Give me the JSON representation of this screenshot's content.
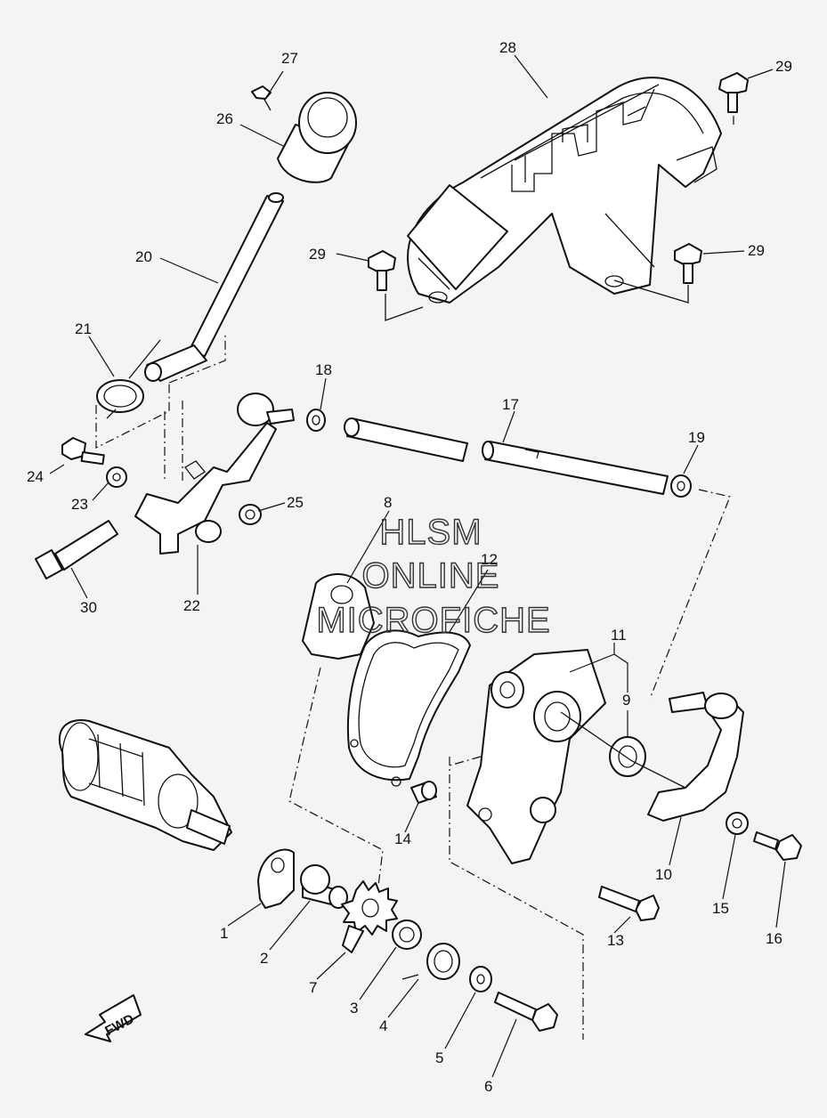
{
  "watermark": {
    "line1": "HLSM",
    "line2": "ONLINE",
    "line3": "MICROFICHE"
  },
  "direction_badge": {
    "label": "FWD"
  },
  "callouts": {
    "c1": "1",
    "c2": "2",
    "c3": "3",
    "c4": "4",
    "c5": "5",
    "c6": "6",
    "c7": "7",
    "c8": "8",
    "c9": "9",
    "c10": "10",
    "c11": "11",
    "c12": "12",
    "c13": "13",
    "c14": "14",
    "c15": "15",
    "c16": "16",
    "c17": "17",
    "c18": "18",
    "c19": "19",
    "c20": "20",
    "c21": "21",
    "c22": "22",
    "c23": "23",
    "c24": "24",
    "c25": "25",
    "c26": "26",
    "c27": "27",
    "c28": "28",
    "c29": "29",
    "c30": "30"
  },
  "colors": {
    "ink": "#111111",
    "background": "#f4f4f4",
    "watermark": "#333333"
  }
}
